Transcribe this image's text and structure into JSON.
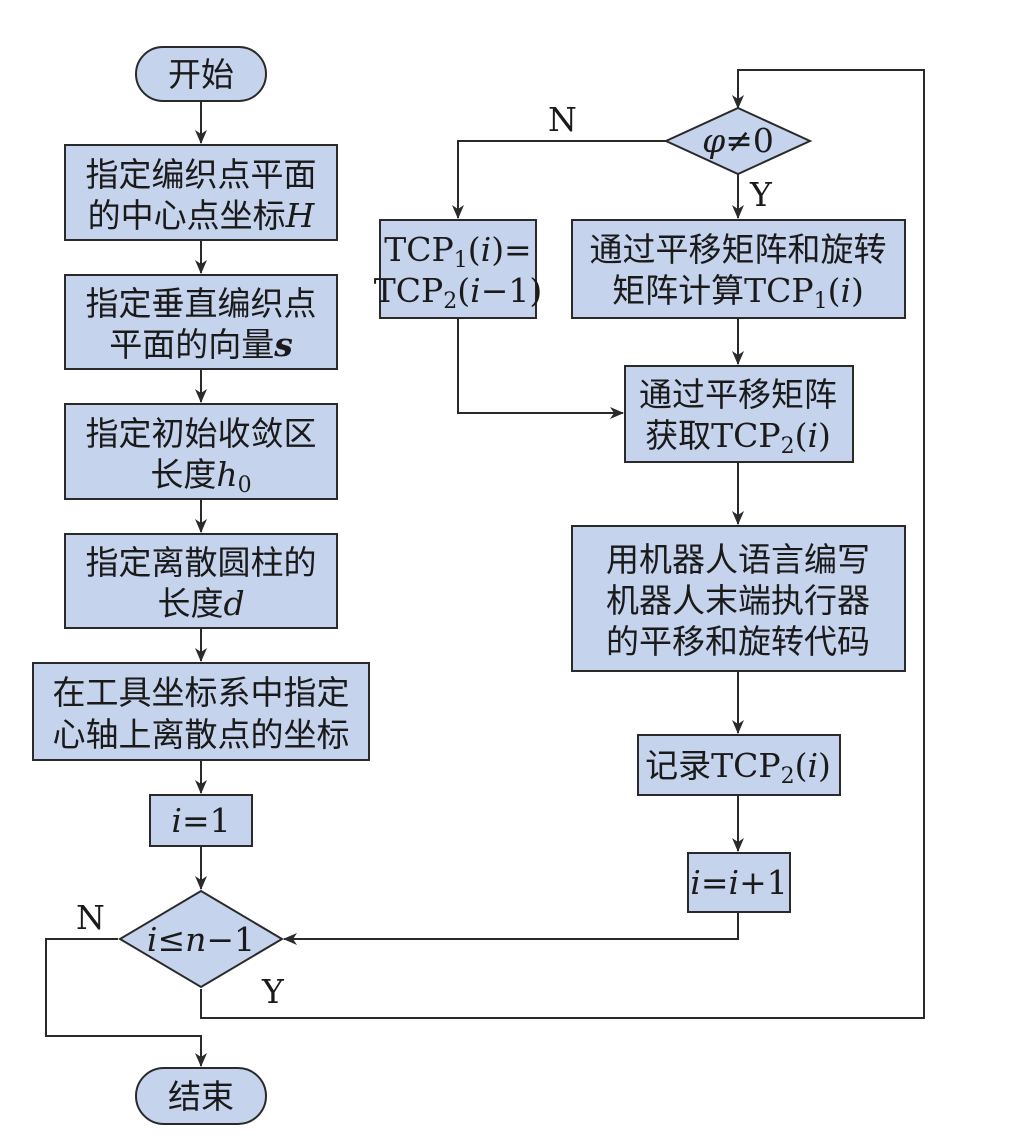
{
  "nodes": {
    "start": {
      "text": "开始"
    },
    "set_center": {
      "line1": "指定编织点平面",
      "line2_pre": "的中心点坐标",
      "line2_var": "H"
    },
    "set_vector": {
      "line1": "指定垂直编织点",
      "line2_pre": "平面的向量",
      "line2_var": "s"
    },
    "set_h0": {
      "line1": "指定初始收敛区",
      "line2_pre": "长度",
      "line2_var": "h",
      "line2_sub": "0"
    },
    "set_d": {
      "line1": "指定离散圆柱的",
      "line2_pre": "长度",
      "line2_var": "d"
    },
    "set_points": {
      "line1": "在工具坐标系中指定",
      "line2": "心轴上离散点的坐标"
    },
    "init_i": {
      "var": "i",
      "rest": "=1"
    },
    "loop_cond": {
      "v1": "i",
      "op": "≤",
      "v2": "n",
      "rest": "−1"
    },
    "end": {
      "text": "结束"
    },
    "phi_cond": {
      "var": "φ",
      "rest": "≠0"
    },
    "tcp1_assign": {
      "l1_pre": "TCP",
      "l1_sub": "1",
      "l1_open": "(",
      "l1_var": "i",
      "l1_close": ")=",
      "l2_pre": "TCP",
      "l2_sub": "2",
      "l2_open": "(",
      "l2_var": "i",
      "l2_close": "−1)"
    },
    "tcp1_compute": {
      "line1": "通过平移矩阵和旋转",
      "l2_pre": "矩阵计算TCP",
      "l2_sub": "1",
      "l2_open": "(",
      "l2_var": "i",
      "l2_close": ")"
    },
    "tcp2_get": {
      "line1": "通过平移矩阵",
      "l2_pre": "获取TCP",
      "l2_sub": "2",
      "l2_open": "(",
      "l2_var": "i",
      "l2_close": ")"
    },
    "robot_code": {
      "line1": "用机器人语言编写",
      "line2": "机器人末端执行器",
      "line3": "的平移和旋转代码"
    },
    "record": {
      "pre": "记录TCP",
      "sub": "2",
      "open": "(",
      "var": "i",
      "close": ")"
    },
    "increment": {
      "v1": "i",
      "mid": "=",
      "v2": "i",
      "rest": "+1"
    }
  },
  "edge_labels": {
    "phi_no": "N",
    "phi_yes": "Y",
    "loop_no": "N",
    "loop_yes": "Y"
  },
  "colors": {
    "node_fill": "#c5d3ec",
    "stroke": "#2a2a2a"
  }
}
